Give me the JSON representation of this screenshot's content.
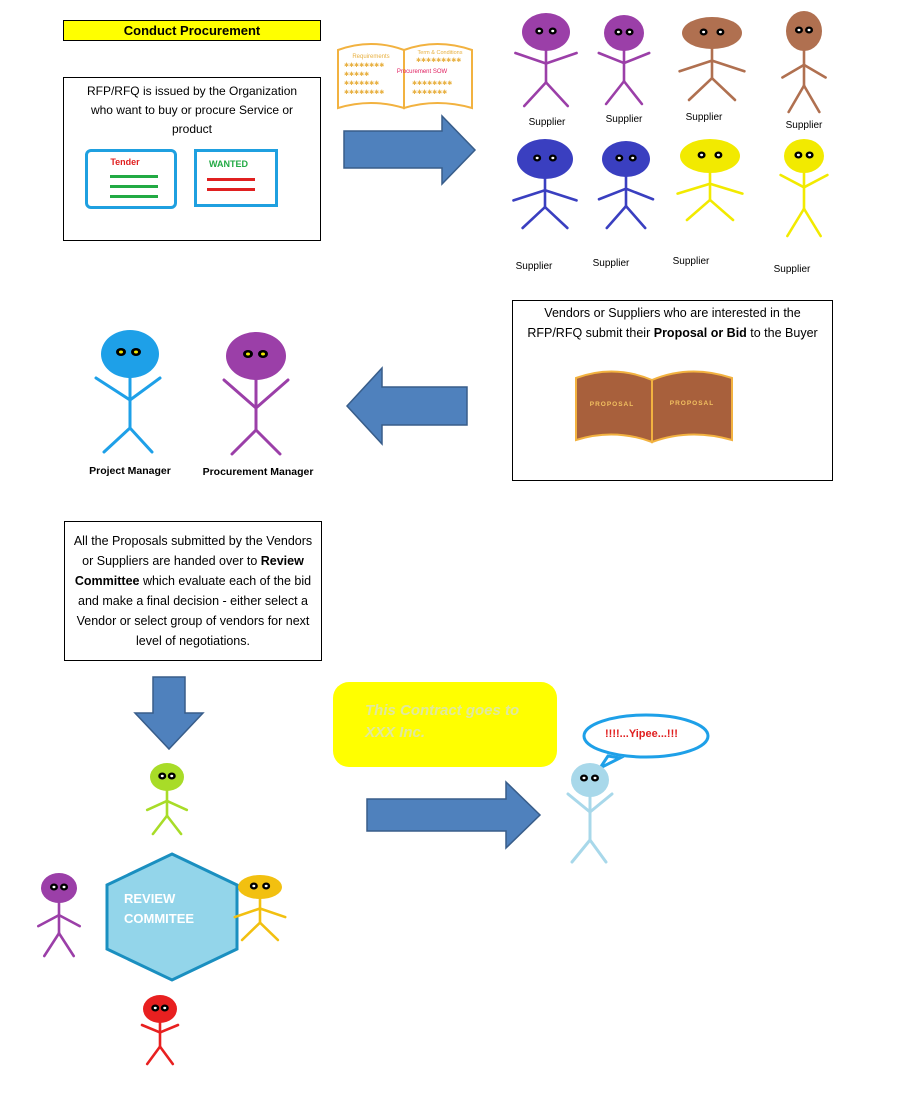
{
  "title": "Conduct Procurement",
  "step1": {
    "text": "RFP/RFQ is issued by the Organization who want to buy or procure Service or product",
    "card_tender": "Tender",
    "card_wanted": "WANTED"
  },
  "book1": {
    "left_heading": "Requirements",
    "right_heading": "Term & Conditions",
    "center": "Procurement SOW"
  },
  "suppliers": {
    "label": "Supplier",
    "colors": [
      "#9b3fa8",
      "#9b3fa8",
      "#b07050",
      "#b07050",
      "#3a3fc0",
      "#3a3fc0",
      "#f2ea00",
      "#f2ea00"
    ]
  },
  "step2": {
    "text_pre": "Vendors or Suppliers who are interested in the RFP/RFQ submit their ",
    "text_bold": "Proposal or Bid",
    "text_post": " to the Buyer",
    "book_left": "PROPOSAL",
    "book_right": "PROPOSAL"
  },
  "managers": {
    "pm": "Project Manager",
    "procm": "Procurement Manager"
  },
  "step3": {
    "text_pre": "All the Proposals submitted by the Vendors or Suppliers are handed over to ",
    "text_bold": "Review Committee",
    "text_post": " which evaluate each of the bid and make a final decision - either select a Vendor or select group of vendors for next level of negotiations."
  },
  "review": {
    "label_line1": "REVIEW",
    "label_line2": "COMMITEE"
  },
  "contract": {
    "line1": "This Contract goes to",
    "line2": "XXX Inc."
  },
  "winner": {
    "speech": "!!!!...Yipee...!!!"
  },
  "colors": {
    "arrow": "#4f81bd",
    "arrow_border": "#385d8a",
    "title_bg": "#ffff00",
    "hexagon": "#93d5ea",
    "hexagon_border": "#1a8fc0"
  }
}
